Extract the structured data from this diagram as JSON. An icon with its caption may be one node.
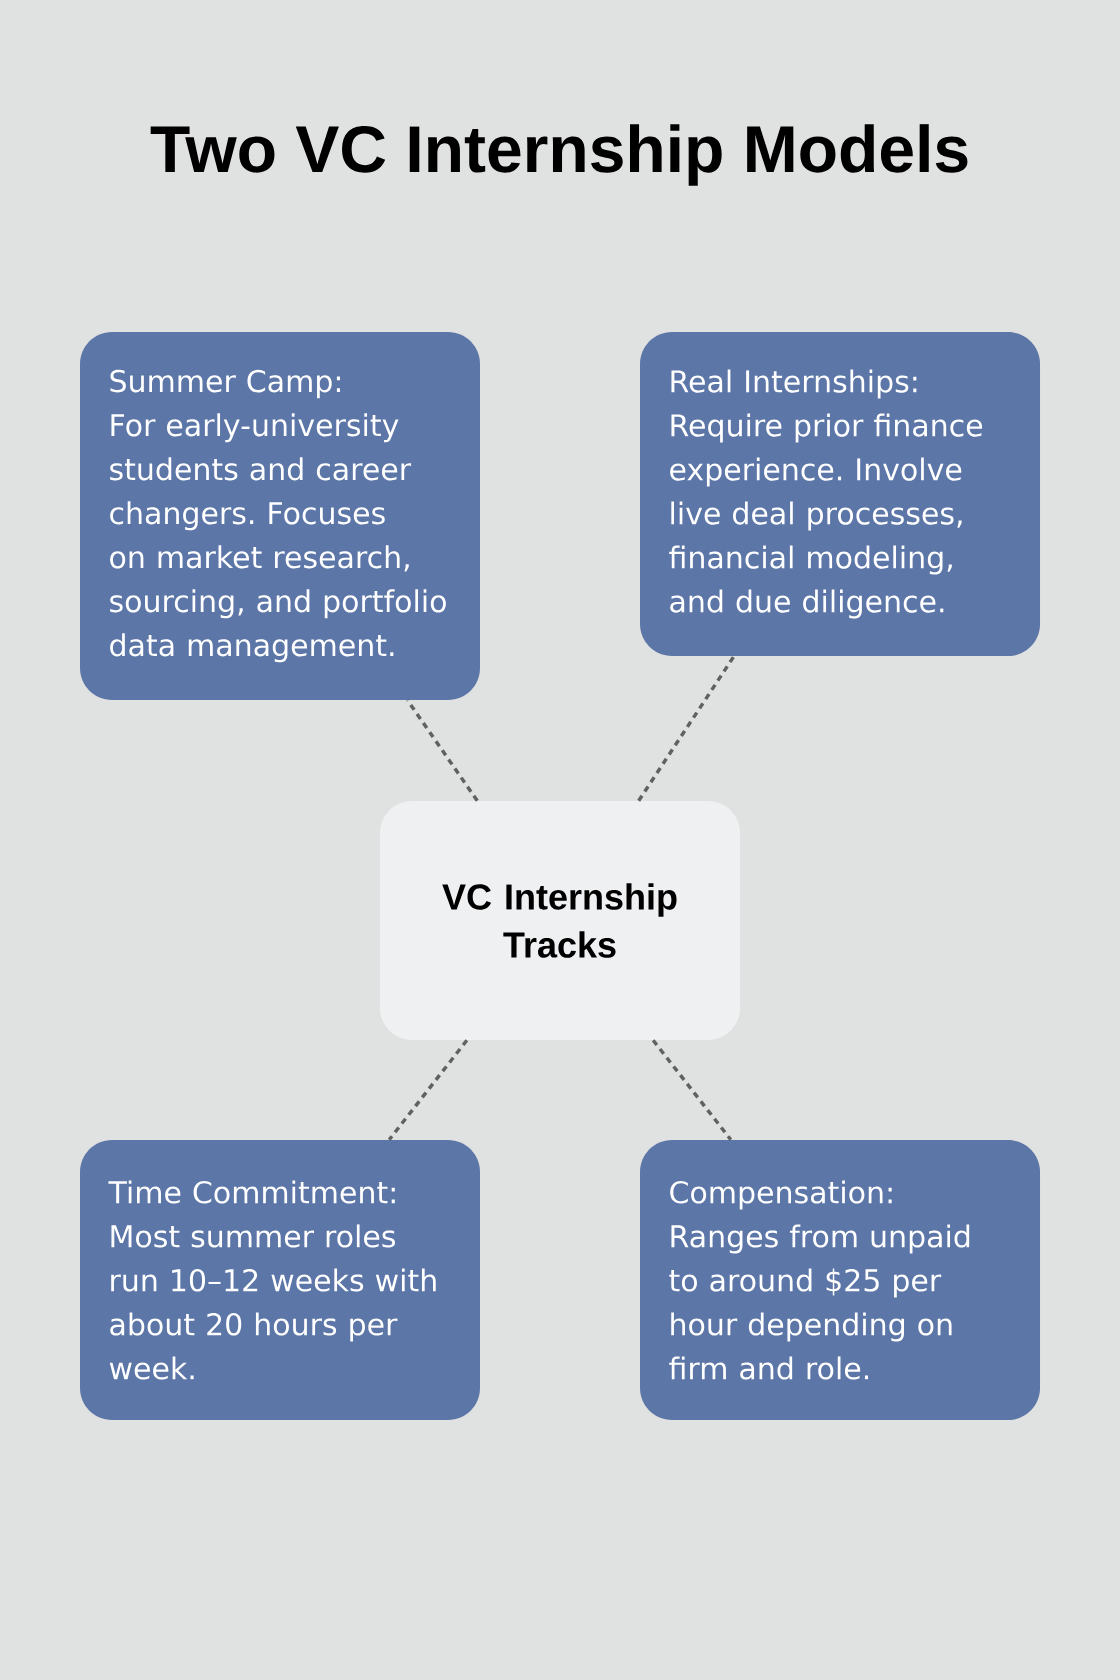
{
  "diagram": {
    "title": "Two VC Internship Models",
    "nodes": [
      {
        "text": [
          "Summer Camp: For early-university students and career changers. Focuses on market research, sourcing, and portfolio data management."
        ]
      },
      {
        "text": [
          "Real Internships: Require prior finance experience. Involve live deal processes, financial modeling, and due diligence."
        ]
      },
      {
        "text": [
          "VC Internship Tracks"
        ]
      },
      {
        "text": [
          "Time Commitment: Most summer roles run 10–12 weeks with about 20 hours per week."
        ]
      },
      {
        "text": [
          "Compensation: Ranges from unpaid to around $25 per hour depending on firm and role."
        ]
      }
    ],
    "edges": [
      {
        "from": 2,
        "to": 0,
        "arrow": "none",
        "style": "dashed"
      },
      {
        "from": 2,
        "to": 1,
        "arrow": "none",
        "style": "dashed"
      },
      {
        "from": 2,
        "to": 3,
        "arrow": "none",
        "style": "dashed"
      },
      {
        "from": 2,
        "to": 4,
        "arrow": "none",
        "style": "dashed"
      }
    ]
  }
}
